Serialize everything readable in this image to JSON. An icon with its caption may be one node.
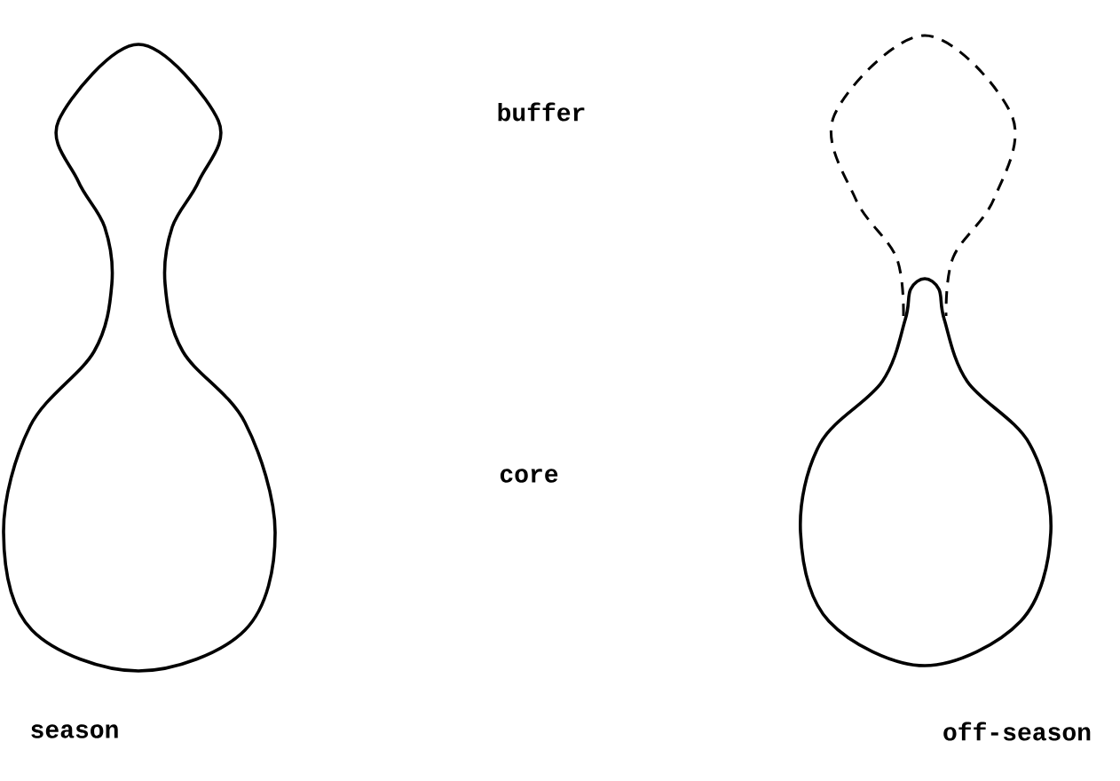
{
  "diagram": {
    "labels": [
      "buffer",
      "core",
      "season",
      "off-season"
    ]
  }
}
